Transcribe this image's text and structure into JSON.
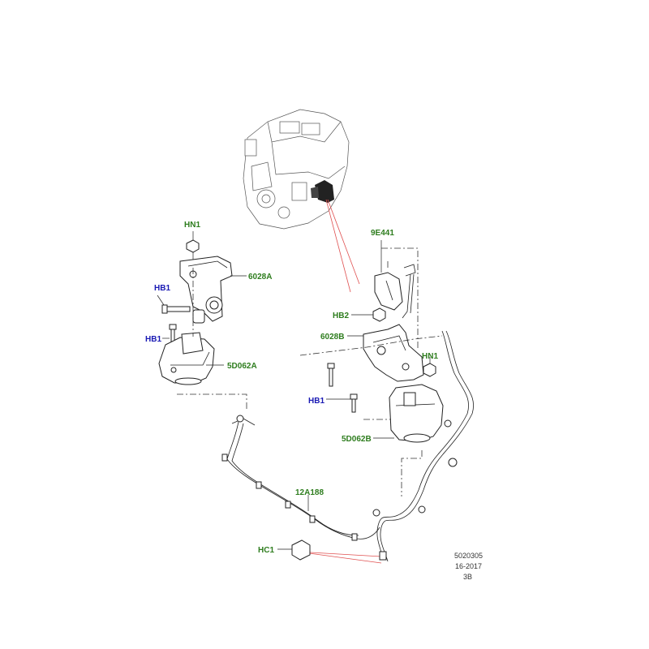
{
  "labels": {
    "hn1_left": "HN1",
    "p6028a": "6028A",
    "hb1_upper": "HB1",
    "hb1_lower": "HB1",
    "p5d062a": "5D062A",
    "p9e441": "9E441",
    "hb2": "HB2",
    "p6028b": "6028B",
    "hn1_right": "HN1",
    "hb1_right": "HB1",
    "p5d062b": "5D062B",
    "p12a188": "12A188",
    "hc1": "HC1"
  },
  "meta": {
    "ref": "5020305",
    "date": "16-2017",
    "code": "3B"
  },
  "colors": {
    "part_label": "#2e7d1e",
    "fastener_label": "#1a1ab4",
    "highlight_lines": "#e05050"
  }
}
